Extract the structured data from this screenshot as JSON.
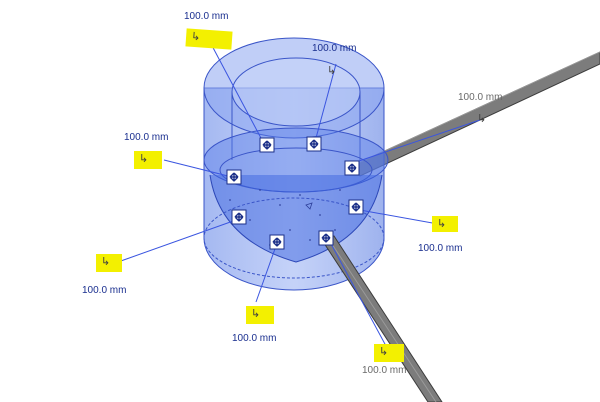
{
  "viewport": {
    "background": "#ffffff",
    "accent_blue": "#2f57d8",
    "tag_yellow": "#f3f000",
    "pipe_gray": "#7a7a7a"
  },
  "dimensions": [
    {
      "id": "dim-top-left",
      "label": "100.0 mm",
      "style": "blue"
    },
    {
      "id": "dim-top-right",
      "label": "100.0 mm",
      "style": "blue"
    },
    {
      "id": "dim-pipe-upper",
      "label": "100.0 mm",
      "style": "gray"
    },
    {
      "id": "dim-left",
      "label": "100.0 mm",
      "style": "blue"
    },
    {
      "id": "dim-right",
      "label": "100.0 mm",
      "style": "blue"
    },
    {
      "id": "dim-lower-left",
      "label": "100.0 mm",
      "style": "blue"
    },
    {
      "id": "dim-bottom",
      "label": "100.0 mm",
      "style": "blue"
    },
    {
      "id": "dim-pipe-lower",
      "label": "100.0 mm",
      "style": "gray"
    }
  ],
  "tag_icon": "pipe-connector-icon",
  "grip_icon": "move-grip-icon"
}
